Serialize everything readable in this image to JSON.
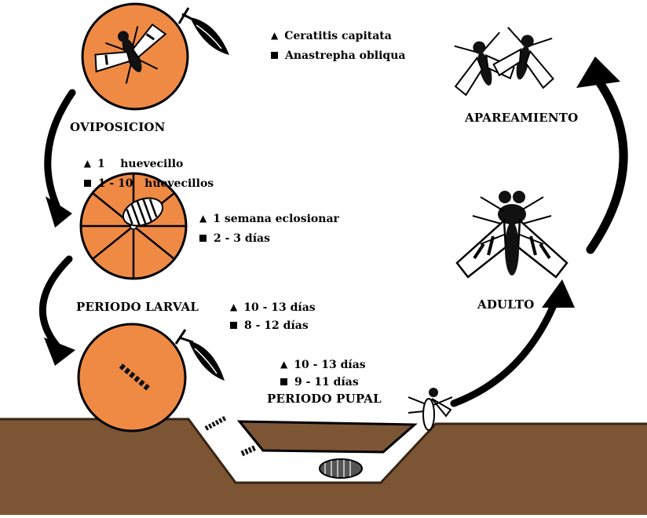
{
  "legend": {
    "species_triangle": "Ceratitis capitata",
    "species_square": "Anastrepha obliqua"
  },
  "markers": {
    "triangle": "▲",
    "square": "■"
  },
  "stages": {
    "oviposicion": {
      "title": "OVIPOSICION",
      "triangle_text": "1    huevecillo",
      "square_text": "1 - 10   huevecillos"
    },
    "eclosion": {
      "triangle_text": "1 semana eclosionar",
      "square_text": "2 - 3 días"
    },
    "periodo_larval": {
      "title": "PERIODO LARVAL",
      "triangle_text": "10 - 13 días",
      "square_text": "8 - 12 días"
    },
    "periodo_pupal": {
      "title": "PERIODO PUPAL",
      "triangle_text": "10 - 13 días",
      "square_text": "9 - 11 días"
    },
    "adulto": {
      "title": "ADULTO"
    },
    "apareamiento": {
      "title": "APAREAMIENTO"
    }
  },
  "colors": {
    "fruit": "#ef8a45",
    "soil": "#7b5534",
    "soil_dark": "#5b3a20",
    "ink": "#000000"
  }
}
